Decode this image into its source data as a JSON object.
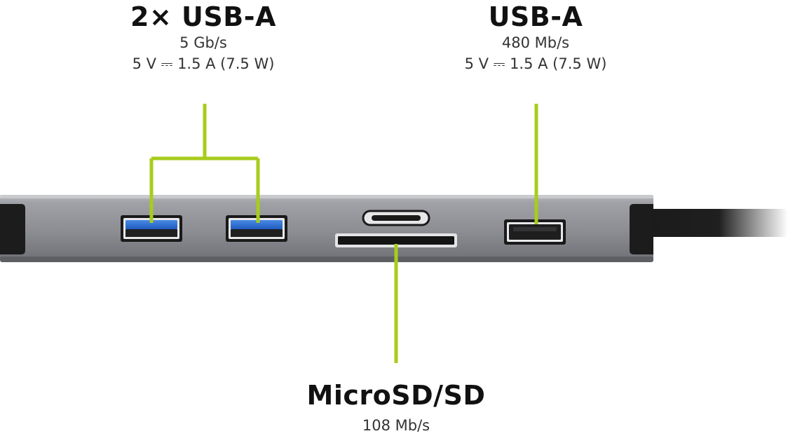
{
  "accent_color": "#a8cc1c",
  "labels": {
    "left": {
      "title": "2× USB-A",
      "speed": "5 Gb/s",
      "power": "5 V ⎓ 1.5 A (7.5 W)"
    },
    "right": {
      "title": "USB-A",
      "speed": "480 Mb/s",
      "power": "5 V ⎓ 1.5 A (7.5 W)"
    },
    "bottom": {
      "title": "MicroSD/SD",
      "speed": "108 Mb/s"
    }
  },
  "ports": [
    {
      "name": "usb-a-3-port-1",
      "type": "USB-A",
      "color": "#2e6fd4"
    },
    {
      "name": "usb-a-3-port-2",
      "type": "USB-A",
      "color": "#2e6fd4"
    },
    {
      "name": "usb-c-port",
      "type": "USB-C"
    },
    {
      "name": "sd-card-slot",
      "type": "SD"
    },
    {
      "name": "usb-a-2-port",
      "type": "USB-A",
      "color": "#1c1c1c"
    }
  ]
}
